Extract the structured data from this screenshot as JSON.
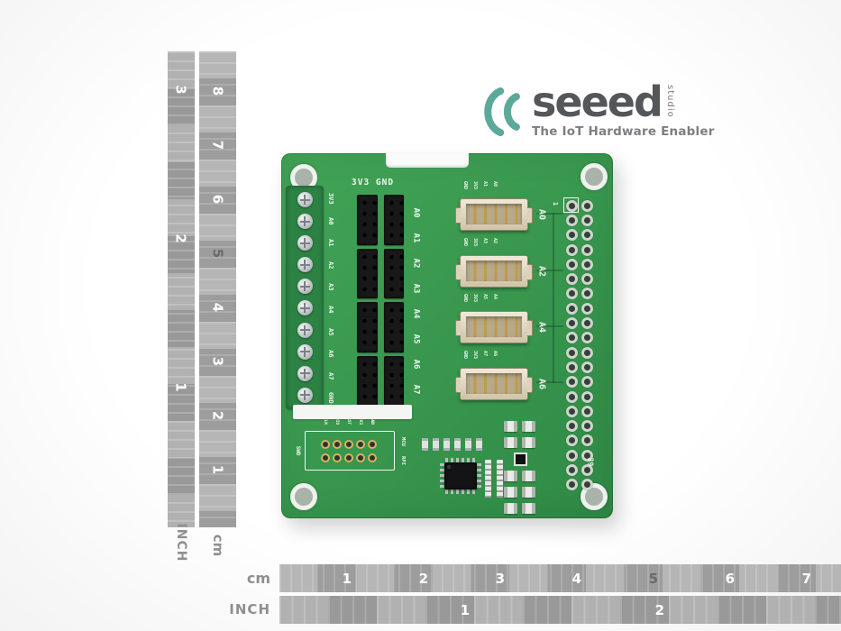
{
  "colors": {
    "board_green": "#3b9c52",
    "logo_teal": "#5ca99a",
    "ruler_gray": "#a7a7a7",
    "silk_white": "#eef7ee"
  },
  "logo": {
    "brand": "seeed",
    "studio": "studio",
    "tagline": "The IoT Hardware Enabler"
  },
  "rulers": {
    "left_inch": {
      "unit": "INCH",
      "numbers": [
        "3",
        "2",
        "1"
      ]
    },
    "left_cm": {
      "unit": "cm",
      "numbers": [
        "8",
        "7",
        "6",
        "5",
        "4",
        "3",
        "2",
        "1"
      ]
    },
    "bottom_cm": {
      "unit": "cm",
      "numbers": [
        "1",
        "2",
        "3",
        "4",
        "5",
        "6",
        "7"
      ]
    },
    "bottom_inch": {
      "unit": "INCH",
      "numbers": [
        "1",
        "2"
      ]
    }
  },
  "board": {
    "top_silk": "3V3 GND",
    "terminal_labels": [
      "3V3",
      "A0",
      "A1",
      "A2",
      "A3",
      "A4",
      "A5",
      "A6",
      "A7",
      "GND"
    ],
    "header_labels": [
      "A0",
      "A1",
      "A2",
      "A3",
      "A4",
      "A5",
      "A6",
      "A7"
    ],
    "connectors": [
      {
        "label": "A0",
        "pins": [
          "GND",
          "3V3",
          "A1",
          "A0"
        ]
      },
      {
        "label": "A2",
        "pins": [
          "GND",
          "3V3",
          "A3",
          "A2"
        ]
      },
      {
        "label": "A4",
        "pins": [
          "GND",
          "3V3",
          "A5",
          "A4"
        ]
      },
      {
        "label": "A6",
        "pins": [
          "GND",
          "3V3",
          "A7",
          "A6"
        ]
      }
    ],
    "gpio": {
      "pin_first": "1",
      "pin_last": "39"
    },
    "debug": {
      "label": "SWD",
      "rows": [
        "MCU",
        "RPI"
      ],
      "cols": [
        "CLK",
        "DIO",
        "RST",
        "3V3",
        "GND"
      ]
    }
  }
}
